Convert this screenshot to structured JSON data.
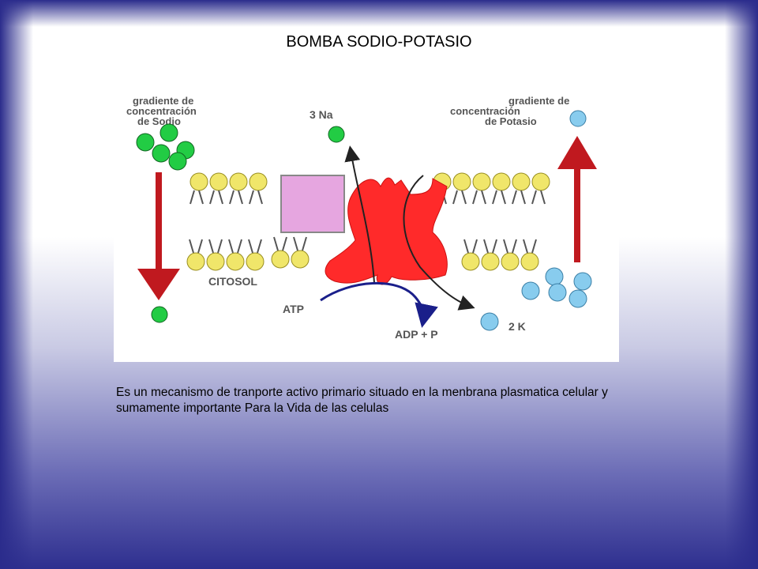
{
  "slide": {
    "title": "BOMBA SODIO-POTASIO",
    "caption": "Es un mecanismo de tranporte activo primario situado en la menbrana plasmatica celular y sumamente importante Para la Vida de las celulas"
  },
  "diagram": {
    "label_sodium_gradient": [
      "gradiente de",
      "concentración",
      "de Sodio"
    ],
    "label_potassium_gradient": [
      "gradiente de",
      "concentración",
      "de Potasio"
    ],
    "label_3na": "3 Na",
    "label_2k": "2 K",
    "label_cytosol": "CITOSOL",
    "label_atp": "ATP",
    "label_adp": "ADP + P",
    "colors": {
      "sodium": "#22cc44",
      "potassium": "#88ccee",
      "pump": "#ff2a2a",
      "arrow_red": "#c0191f",
      "lipid_head": "#f0e66a",
      "channel": "#e6a6e0",
      "atp_arrow": "#1a1f8a"
    }
  }
}
